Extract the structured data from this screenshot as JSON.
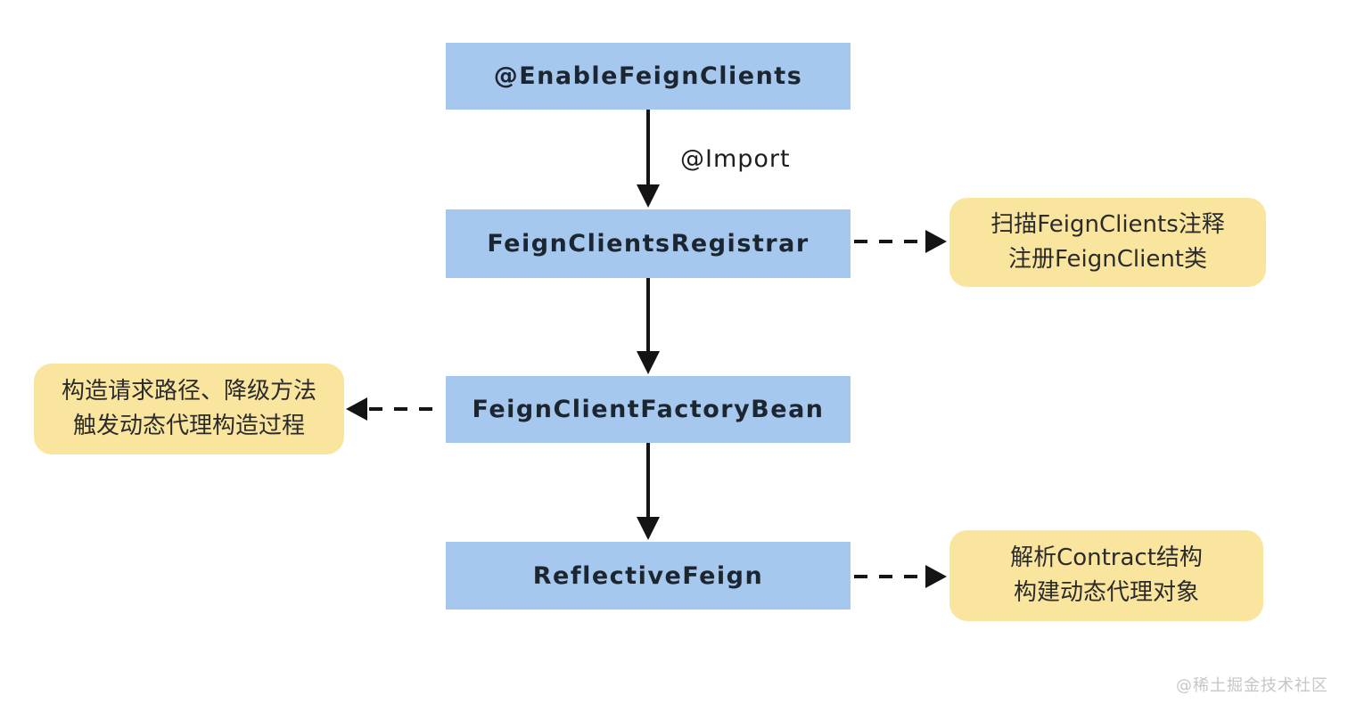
{
  "diagram": {
    "title_context": "Feign client initialization flow",
    "nodes": [
      {
        "id": "enable-feign-clients",
        "label": "@EnableFeignClients"
      },
      {
        "id": "feign-clients-registrar",
        "label": "FeignClientsRegistrar"
      },
      {
        "id": "feign-client-factory-bean",
        "label": "FeignClientFactoryBean"
      },
      {
        "id": "reflective-feign",
        "label": "ReflectiveFeign"
      }
    ],
    "edge_labels": {
      "import": "@Import"
    },
    "notes": [
      {
        "id": "scan-note",
        "lines": [
          "扫描FeignClients注释",
          "注册FeignClient类"
        ]
      },
      {
        "id": "construct-note",
        "lines": [
          "构造请求路径、降级方法",
          "触发动态代理构造过程"
        ]
      },
      {
        "id": "parse-note",
        "lines": [
          "解析Contract结构",
          "构建动态代理对象"
        ]
      }
    ],
    "colors": {
      "node_fill": "#a7c8ee",
      "note_fill": "#fae59f",
      "node_text": "#1c2630",
      "note_text": "#2b2b2b",
      "arrow": "#141414",
      "background": "#ffffff",
      "watermark_text": "#c6c6c6"
    }
  },
  "watermark": "@稀土掘金技术社区"
}
